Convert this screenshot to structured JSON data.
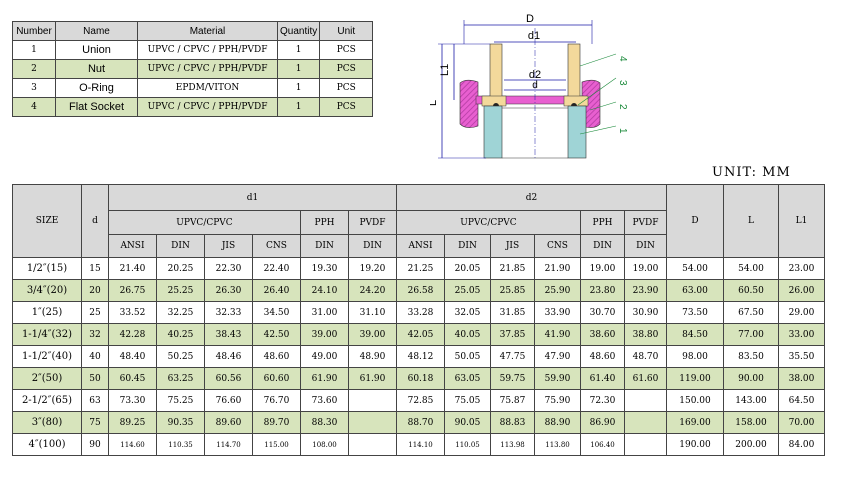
{
  "parts": {
    "headers": [
      "Number",
      "Name",
      "Material",
      "Quantity",
      "Unit"
    ],
    "rows": [
      {
        "number": "1",
        "name": "Union",
        "material": "UPVC / CPVC / PPH/PVDF",
        "quantity": "1",
        "unit": "PCS"
      },
      {
        "number": "2",
        "name": "Nut",
        "material": "UPVC / CPVC / PPH/PVDF",
        "quantity": "1",
        "unit": "PCS"
      },
      {
        "number": "3",
        "name": "O-Ring",
        "material": "EPDM/VITON",
        "quantity": "1",
        "unit": "PCS"
      },
      {
        "number": "4",
        "name": "Flat Socket",
        "material": "UPVC / CPVC / PPH/PVDF",
        "quantity": "1",
        "unit": "PCS"
      }
    ]
  },
  "drawing": {
    "labels": {
      "D": "D",
      "d1": "d1",
      "d2": "d2",
      "d": "d",
      "L": "L",
      "L1": "L1",
      "p1": "1",
      "p2": "2",
      "p3": "3",
      "p4": "4"
    },
    "colors": {
      "socket": "#f3d99b",
      "nut": "#e85fd0",
      "union": "#9fd4d6",
      "dimension": "#1a1aa6"
    }
  },
  "unit_label": "UNIT: MM",
  "table": {
    "headers": {
      "size": "SIZE",
      "d": "d",
      "d1": "d1",
      "d2": "d2",
      "upvc_cpvc": "UPVC/CPVC",
      "pph": "PPH",
      "pvdf": "PVDF",
      "D": "D",
      "L": "L",
      "L1": "L1",
      "ansi": "ANSI",
      "din": "DIN",
      "jis": "JIS",
      "cns": "CNS"
    },
    "rows": [
      {
        "size": "1/2″(15)",
        "d": "15",
        "d1": [
          "21.40",
          "20.25",
          "22.30",
          "22.40",
          "19.30",
          "19.20"
        ],
        "d2": [
          "21.25",
          "20.05",
          "21.85",
          "21.90",
          "19.00",
          "19.00"
        ],
        "D": "54.00",
        "L": "54.00",
        "L1": "23.00"
      },
      {
        "size": "3/4″(20)",
        "d": "20",
        "d1": [
          "26.75",
          "25.25",
          "26.30",
          "26.40",
          "24.10",
          "24.20"
        ],
        "d2": [
          "26.58",
          "25.05",
          "25.85",
          "25.90",
          "23.80",
          "23.90"
        ],
        "D": "63.00",
        "L": "60.50",
        "L1": "26.00"
      },
      {
        "size": "1″(25)",
        "d": "25",
        "d1": [
          "33.52",
          "32.25",
          "32.33",
          "34.50",
          "31.00",
          "31.10"
        ],
        "d2": [
          "33.28",
          "32.05",
          "31.85",
          "33.90",
          "30.70",
          "30.90"
        ],
        "D": "73.50",
        "L": "67.50",
        "L1": "29.00"
      },
      {
        "size": "1-1/4″(32)",
        "d": "32",
        "d1": [
          "42.28",
          "40.25",
          "38.43",
          "42.50",
          "39.00",
          "39.00"
        ],
        "d2": [
          "42.05",
          "40.05",
          "37.85",
          "41.90",
          "38.60",
          "38.80"
        ],
        "D": "84.50",
        "L": "77.00",
        "L1": "33.00"
      },
      {
        "size": "1-1/2″(40)",
        "d": "40",
        "d1": [
          "48.40",
          "50.25",
          "48.46",
          "48.60",
          "49.00",
          "48.90"
        ],
        "d2": [
          "48.12",
          "50.05",
          "47.75",
          "47.90",
          "48.60",
          "48.70"
        ],
        "D": "98.00",
        "L": "83.50",
        "L1": "35.50"
      },
      {
        "size": "2″(50)",
        "d": "50",
        "d1": [
          "60.45",
          "63.25",
          "60.56",
          "60.60",
          "61.90",
          "61.90"
        ],
        "d2": [
          "60.18",
          "63.05",
          "59.75",
          "59.90",
          "61.40",
          "61.60"
        ],
        "D": "119.00",
        "L": "90.00",
        "L1": "38.00"
      },
      {
        "size": "2-1/2″(65)",
        "d": "63",
        "d1": [
          "73.30",
          "75.25",
          "76.60",
          "76.70",
          "73.60",
          ""
        ],
        "d2": [
          "72.85",
          "75.05",
          "75.87",
          "75.90",
          "72.30",
          ""
        ],
        "D": "150.00",
        "L": "143.00",
        "L1": "64.50"
      },
      {
        "size": "3″(80)",
        "d": "75",
        "d1": [
          "89.25",
          "90.35",
          "89.60",
          "89.70",
          "88.30",
          ""
        ],
        "d2": [
          "88.70",
          "90.05",
          "88.83",
          "88.90",
          "86.90",
          ""
        ],
        "D": "169.00",
        "L": "158.00",
        "L1": "70.00"
      },
      {
        "size": "4″(100)",
        "d": "90",
        "d1": [
          "114.60",
          "110.35",
          "114.70",
          "115.00",
          "108.00",
          ""
        ],
        "d2": [
          "114.10",
          "110.05",
          "113.98",
          "113.80",
          "106.40",
          ""
        ],
        "D": "190.00",
        "L": "200.00",
        "L1": "84.00"
      }
    ]
  }
}
